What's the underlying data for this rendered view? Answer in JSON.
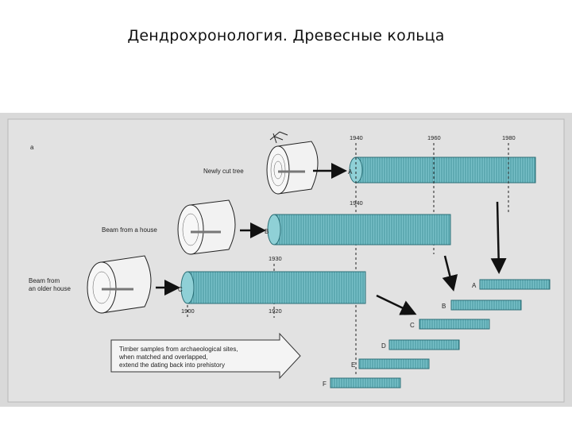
{
  "title": "Дендрохронология. Древесные кольца",
  "figure": {
    "panel_marker": "a",
    "labels": {
      "newly_cut_tree": "Newly cut tree",
      "beam_house": "Beam from a house",
      "beam_older_line1": "Beam from",
      "beam_older_line2": "an older house"
    },
    "years": {
      "y1940_top": "1940",
      "y1960": "1960",
      "y1980": "1980",
      "y1940_mid": "1940",
      "y1930": "1930",
      "y1900": "1900",
      "y1920": "1920"
    },
    "letters": {
      "A": "A",
      "B": "B",
      "C": "C",
      "A2": "A",
      "B2": "B",
      "C2": "C",
      "D": "D",
      "E": "E",
      "F": "F"
    },
    "callout": {
      "line1": "Timber samples from archaeological sites,",
      "line2": "when matched and overlapped,",
      "line3": "extend the dating back into prehistory"
    },
    "colors": {
      "background": "#d9d9d9",
      "sample_fill": "#78c0c8",
      "sample_dark": "#3f8f98",
      "ink": "#1a1a1a"
    }
  }
}
